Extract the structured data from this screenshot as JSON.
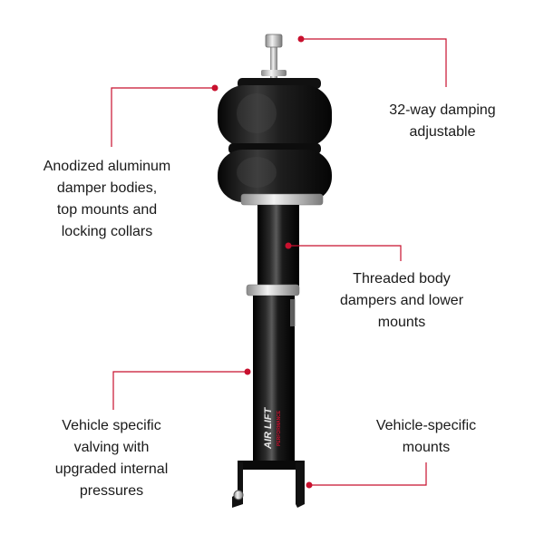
{
  "colors": {
    "callout": "#c8102e",
    "text": "#1a1a1a",
    "rubber": "#141414",
    "body": "#0a0a0a",
    "metal": "#c9c9c9"
  },
  "product": {
    "logo_text": "AIR LIFT",
    "logo_subtext": "PERFORMANCE"
  },
  "callouts": [
    {
      "id": "damping",
      "lines": [
        "32-way damping",
        "adjustable"
      ]
    },
    {
      "id": "anodized",
      "lines": [
        "Anodized aluminum",
        "damper bodies,",
        "top mounts and",
        "locking collars"
      ]
    },
    {
      "id": "threaded",
      "lines": [
        "Threaded body",
        "dampers and lower",
        "mounts"
      ]
    },
    {
      "id": "valving",
      "lines": [
        "Vehicle specific",
        "valving with",
        "upgraded internal",
        "pressures"
      ]
    },
    {
      "id": "mounts",
      "lines": [
        "Vehicle-specific",
        "mounts"
      ]
    }
  ]
}
